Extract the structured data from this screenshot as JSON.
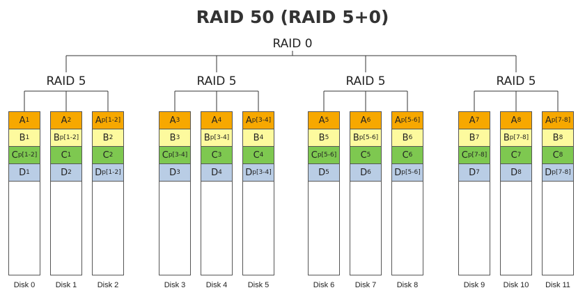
{
  "title": "RAID 50 (RAID 5+0)",
  "top_label": "RAID 0",
  "groups": [
    {
      "label": "RAID 5",
      "disks": [
        {
          "name": "Disk 0",
          "cells": [
            {
              "t": "A",
              "s": "1"
            },
            {
              "t": "B",
              "s": "1"
            },
            {
              "t": "C",
              "s": "p",
              "r": "[1-2]"
            },
            {
              "t": "D",
              "s": "1"
            }
          ]
        },
        {
          "name": "Disk 1",
          "cells": [
            {
              "t": "A",
              "s": "2"
            },
            {
              "t": "B",
              "s": "p",
              "r": "[1-2]"
            },
            {
              "t": "C",
              "s": "1"
            },
            {
              "t": "D",
              "s": "2"
            }
          ]
        },
        {
          "name": "Disk 2",
          "cells": [
            {
              "t": "A",
              "s": "p",
              "r": "[1-2]"
            },
            {
              "t": "B",
              "s": "2"
            },
            {
              "t": "C",
              "s": "2"
            },
            {
              "t": "D",
              "s": "p",
              "r": "[1-2]"
            }
          ]
        }
      ]
    },
    {
      "label": "RAID 5",
      "disks": [
        {
          "name": "Disk 3",
          "cells": [
            {
              "t": "A",
              "s": "3"
            },
            {
              "t": "B",
              "s": "3"
            },
            {
              "t": "C",
              "s": "p",
              "r": "[3-4]"
            },
            {
              "t": "D",
              "s": "3"
            }
          ]
        },
        {
          "name": "Disk 4",
          "cells": [
            {
              "t": "A",
              "s": "4"
            },
            {
              "t": "B",
              "s": "p",
              "r": "[3-4]"
            },
            {
              "t": "C",
              "s": "3"
            },
            {
              "t": "D",
              "s": "4"
            }
          ]
        },
        {
          "name": "Disk 5",
          "cells": [
            {
              "t": "A",
              "s": "p",
              "r": "[3-4]"
            },
            {
              "t": "B",
              "s": "4"
            },
            {
              "t": "C",
              "s": "4"
            },
            {
              "t": "D",
              "s": "p",
              "r": "[3-4]"
            }
          ]
        }
      ]
    },
    {
      "label": "RAID 5",
      "disks": [
        {
          "name": "Disk 6",
          "cells": [
            {
              "t": "A",
              "s": "5"
            },
            {
              "t": "B",
              "s": "5"
            },
            {
              "t": "C",
              "s": "p",
              "r": "[5-6]"
            },
            {
              "t": "D",
              "s": "5"
            }
          ]
        },
        {
          "name": "Disk 7",
          "cells": [
            {
              "t": "A",
              "s": "6"
            },
            {
              "t": "B",
              "s": "p",
              "r": "[5-6]"
            },
            {
              "t": "C",
              "s": "5"
            },
            {
              "t": "D",
              "s": "6"
            }
          ]
        },
        {
          "name": "Disk 8",
          "cells": [
            {
              "t": "A",
              "s": "p",
              "r": "[5-6]"
            },
            {
              "t": "B",
              "s": "6"
            },
            {
              "t": "C",
              "s": "6"
            },
            {
              "t": "D",
              "s": "p",
              "r": "[5-6]"
            }
          ]
        }
      ]
    },
    {
      "label": "RAID 5",
      "disks": [
        {
          "name": "Disk 9",
          "cells": [
            {
              "t": "A",
              "s": "7"
            },
            {
              "t": "B",
              "s": "7"
            },
            {
              "t": "C",
              "s": "p",
              "r": "[7-8]"
            },
            {
              "t": "D",
              "s": "7"
            }
          ]
        },
        {
          "name": "Disk 10",
          "cells": [
            {
              "t": "A",
              "s": "8"
            },
            {
              "t": "B",
              "s": "p",
              "r": "[7-8]"
            },
            {
              "t": "C",
              "s": "7"
            },
            {
              "t": "D",
              "s": "8"
            }
          ]
        },
        {
          "name": "Disk 11",
          "cells": [
            {
              "t": "A",
              "s": "p",
              "r": "[7-8]"
            },
            {
              "t": "B",
              "s": "8"
            },
            {
              "t": "C",
              "s": "8"
            },
            {
              "t": "D",
              "s": "p",
              "r": "[7-8]"
            }
          ]
        }
      ]
    }
  ],
  "colors": {
    "A": "#f7a800",
    "B": "#fdfa9e",
    "C": "#7ec850",
    "D": "#b9cde5",
    "line": "#333333"
  }
}
